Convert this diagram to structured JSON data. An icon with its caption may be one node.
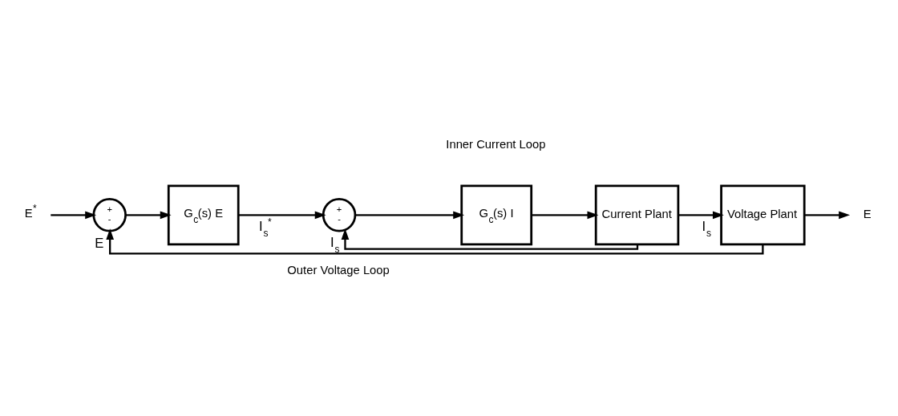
{
  "diagram": {
    "nodes": [
      {
        "text": [
          "E$^{*}$"
        ]
      },
      {
        "text": [
          "+",
          "-"
        ]
      },
      {
        "text": [
          "G$_{c}$(s) E"
        ]
      },
      {
        "text": [
          "+",
          "-"
        ]
      },
      {
        "text": [
          "G$_{c}$(s) I"
        ]
      },
      {
        "text": [
          "Current Plant"
        ]
      },
      {
        "text": [
          "Voltage Plant"
        ]
      },
      {
        "text": [
          "E"
        ]
      }
    ],
    "edges": [
      {
        "from": 0,
        "to": 1,
        "arrow": "to"
      },
      {
        "from": 1,
        "to": 2,
        "arrow": "to"
      },
      {
        "from": 2,
        "to": 3,
        "arrow": "to",
        "label": "I$_{s}$$^{*}$"
      },
      {
        "from": 3,
        "to": 4,
        "arrow": "to"
      },
      {
        "from": 4,
        "to": 5,
        "arrow": "to"
      },
      {
        "from": 5,
        "to": 3,
        "arrow": "to",
        "label": "I$_{s}$"
      },
      {
        "from": 5,
        "to": 6,
        "arrow": "to",
        "label": "I$_{s}$"
      },
      {
        "from": 6,
        "to": 7,
        "arrow": "to"
      },
      {
        "from": 6,
        "to": 1,
        "arrow": "to",
        "label": "E"
      }
    ],
    "labels": [
      "Inner Current Loop",
      "Outer Voltage Loop"
    ]
  }
}
